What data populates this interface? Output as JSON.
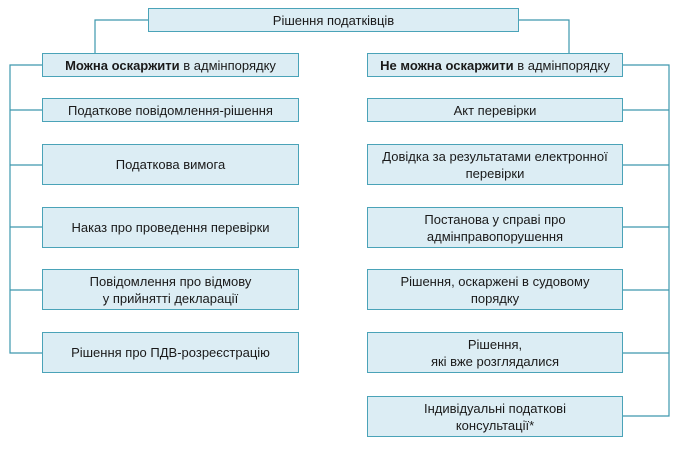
{
  "title": "Рішення податківців",
  "left_column": {
    "header_bold": "Можна оскаржити",
    "header_rest": " в адмінпорядку",
    "items": [
      {
        "line1": "Податкове повідомлення-рішення",
        "line2": ""
      },
      {
        "line1": "Податкова вимога",
        "line2": ""
      },
      {
        "line1": "Наказ про проведення перевірки",
        "line2": ""
      },
      {
        "line1": "Повідомлення про відмову",
        "line2": "у прийнятті декларації"
      },
      {
        "line1": "Рішення про ПДВ-розреєстрацію",
        "line2": ""
      }
    ]
  },
  "right_column": {
    "header_bold": "Не можна оскаржити",
    "header_rest": " в адмінпорядку",
    "items": [
      {
        "line1": "Акт перевірки",
        "line2": ""
      },
      {
        "line1": "Довідка за результатами електронної",
        "line2": "перевірки"
      },
      {
        "line1": "Постанова у справі про",
        "line2": "адмінправопорушення"
      },
      {
        "line1": "Рішення, оскаржені в судовому",
        "line2": "порядку"
      },
      {
        "line1": "Рішення,",
        "line2": "які вже розглядалися"
      },
      {
        "line1": "Індивідуальні податкові",
        "line2": "консультації*"
      }
    ]
  },
  "colors": {
    "box_fill": "#dcedf4",
    "box_border": "#4aa3b8",
    "connector": "#3d98ad"
  }
}
